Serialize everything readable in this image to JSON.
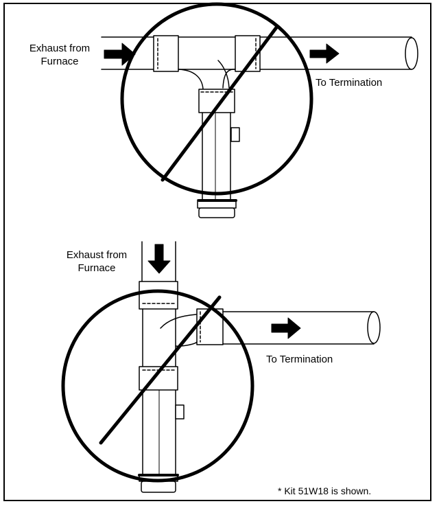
{
  "diagram_top": {
    "source_label_line1": "Exhaust from",
    "source_label_line2": "Furnace",
    "destination_label": "To Termination"
  },
  "diagram_bottom": {
    "source_label_line1": "Exhaust from",
    "source_label_line2": "Furnace",
    "destination_label": "To Termination"
  },
  "footnote": "* Kit 51W18 is shown.",
  "colors": {
    "line": "#000000",
    "background": "#ffffff"
  }
}
